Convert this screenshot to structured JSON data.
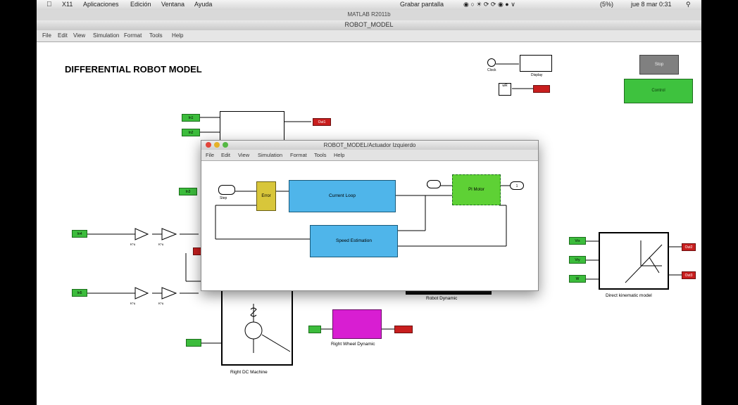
{
  "menubar": {
    "apple_icon": "apple-icon",
    "items": [
      "X11",
      "Aplicaciones",
      "Edición",
      "Ventana",
      "Ayuda"
    ],
    "status": {
      "recording": "Grabar pantalla",
      "battery": "(5%)",
      "clock": "jue 8 mar 0:31"
    }
  },
  "matlab_title": "MATLAB R2011b",
  "window": {
    "title": "ROBOT_MODEL",
    "menu": [
      "File",
      "Edit",
      "View",
      "Simulation",
      "Format",
      "Tools",
      "Help"
    ]
  },
  "model": {
    "title": "DIFFERENTIAL ROBOT MODEL",
    "clock_label": "Clock",
    "display_label": "Display",
    "stop_button": "Stop",
    "control_label": "Control",
    "subsystem_dc_label": "Right DC Machine",
    "wheel_dynamic_label": "Right Wheel Dynamic",
    "robot_dynamic_label": "Robot Dynamic",
    "kinematic_label": "Direct kinematic model",
    "gain_labels": [
      "K*u",
      "K*u",
      "K*u",
      "K*u"
    ],
    "left_input_ports": [
      "In1",
      "In2",
      "In3",
      "In4",
      "In5"
    ],
    "right_input_ports": [
      "Vrx",
      "Vry",
      "W"
    ],
    "output_labels": [
      "Out1",
      "Out2",
      "Out3"
    ],
    "angle_gain": "wR",
    "colors": {
      "input_port": "#3cbc3c",
      "output_port": "#c81e1e",
      "wheel_block": "#d81ed2",
      "stop_block": "#808080",
      "control_block": "#3ec23e"
    }
  },
  "subwindow": {
    "title": "ROBOT_MODEL/Actuador Izquierdo",
    "menu": [
      "File",
      "Edit",
      "View",
      "Simulation",
      "Format",
      "Tools",
      "Help"
    ],
    "blocks": {
      "step": "Step",
      "error": "Error",
      "current_loop": "Current Loop",
      "speed_estimation": "Speed Estimation",
      "pi_motor": "PI Motor",
      "out_port": "1"
    },
    "colors": {
      "current_loop": "#4fb5ea",
      "speed_estimation": "#4fb5ea",
      "error": "#d8c63a",
      "pi_motor": "#5ed135"
    }
  }
}
